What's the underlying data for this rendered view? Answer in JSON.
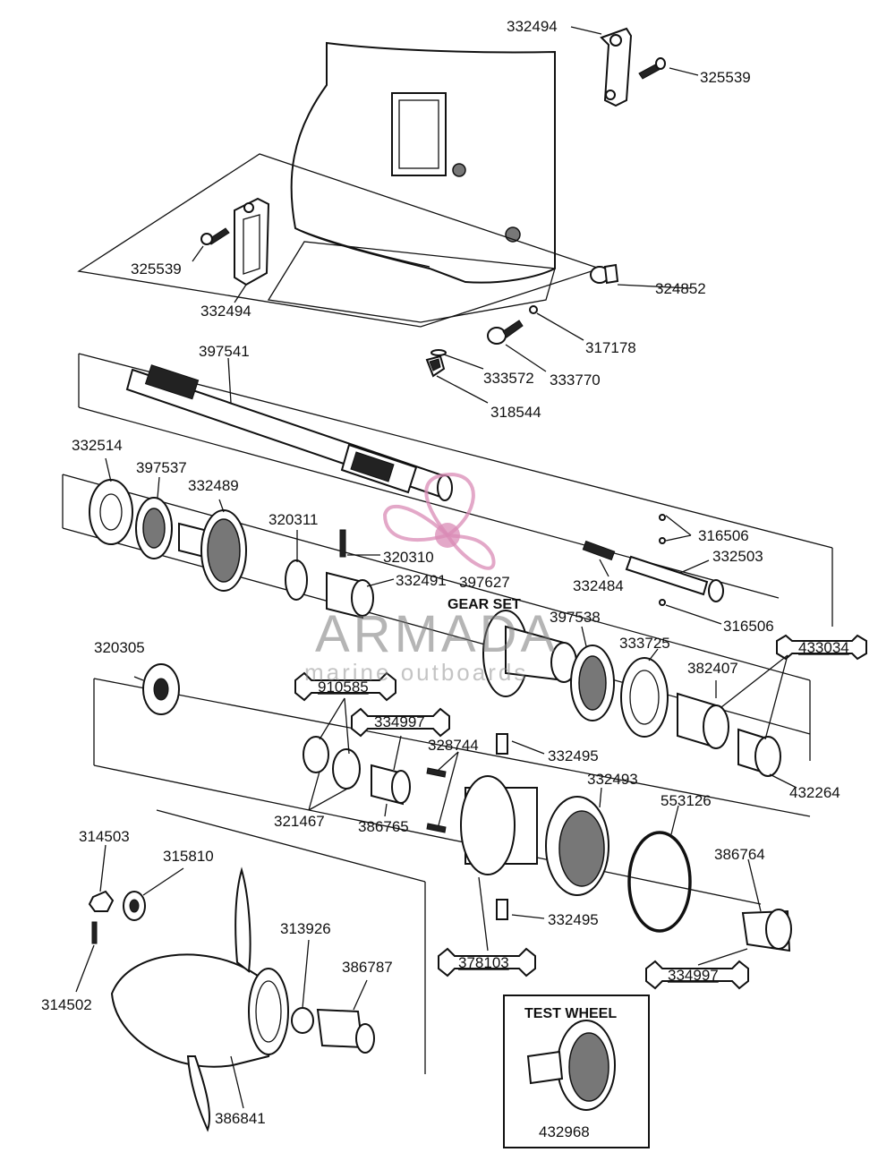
{
  "watermark": {
    "brand": "ARMADA",
    "tagline": "marine outboards",
    "logo_color": "#d98bb5"
  },
  "callouts": {
    "gear_set_label": "GEAR SET",
    "test_wheel_title": "TEST WHEEL"
  },
  "parts": [
    "332494",
    "325539",
    "325539",
    "332494",
    "324852",
    "317178",
    "333770",
    "333572",
    "318544",
    "397541",
    "332514",
    "397537",
    "332489",
    "320311",
    "320310",
    "332491",
    "397627",
    "316506",
    "332503",
    "332484",
    "316506",
    "397538",
    "333725",
    "382407",
    "433034",
    "320305",
    "910585",
    "334997",
    "328744",
    "332495",
    "332493",
    "553126",
    "321467",
    "386765",
    "432264",
    "386764",
    "314503",
    "315810",
    "332495",
    "378103",
    "334997",
    "313926",
    "386787",
    "314502",
    "386841",
    "432968"
  ]
}
